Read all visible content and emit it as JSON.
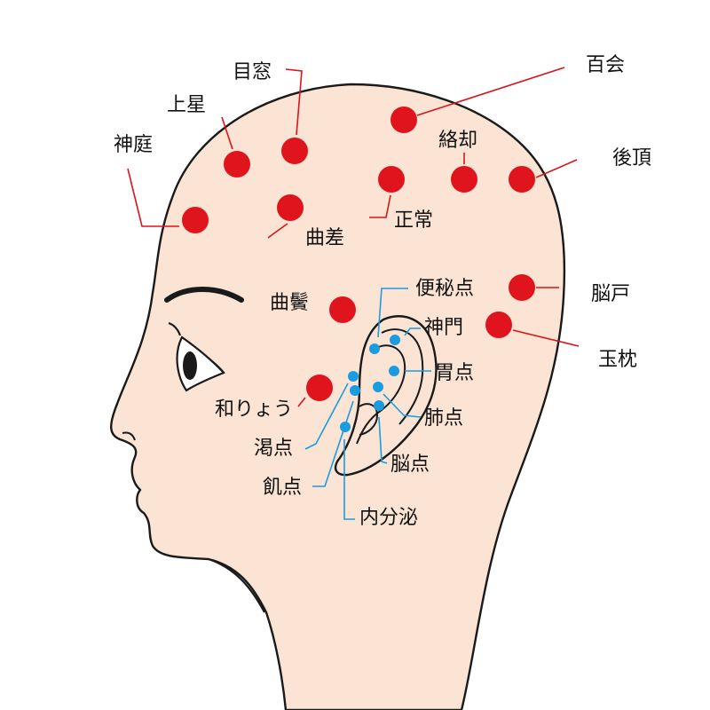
{
  "colors": {
    "skin": "#fbe4d3",
    "outline": "#1a1a1a",
    "point_red": "#e0141c",
    "point_blue": "#1a9ce0",
    "leader_red": "#d8141c",
    "leader_blue": "#1a9ce0",
    "background": "#ffffff"
  },
  "head_points": [
    {
      "id": "hyakue",
      "label": "百会"
    },
    {
      "id": "mokuso",
      "label": "目窓"
    },
    {
      "id": "josei",
      "label": "上星"
    },
    {
      "id": "shintei",
      "label": "神庭"
    },
    {
      "id": "rakkyaku",
      "label": "絡却"
    },
    {
      "id": "kocho",
      "label": "後頂"
    },
    {
      "id": "seijo",
      "label": "正常"
    },
    {
      "id": "kyokusa",
      "label": "曲差"
    },
    {
      "id": "noko",
      "label": "脳戸"
    },
    {
      "id": "gyokuchin",
      "label": "玉枕"
    },
    {
      "id": "kyokubin",
      "label": "曲鬢"
    },
    {
      "id": "waryo",
      "label": "和りょう"
    }
  ],
  "ear_points": [
    {
      "id": "benpiten",
      "label": "便秘点"
    },
    {
      "id": "shinmon",
      "label": "神門"
    },
    {
      "id": "iten",
      "label": "胃点"
    },
    {
      "id": "haiten",
      "label": "肺点"
    },
    {
      "id": "noten",
      "label": "脳点"
    },
    {
      "id": "naibunpi",
      "label": "内分泌"
    },
    {
      "id": "kiten",
      "label": "飢点"
    },
    {
      "id": "katsuten",
      "label": "渇点"
    }
  ]
}
